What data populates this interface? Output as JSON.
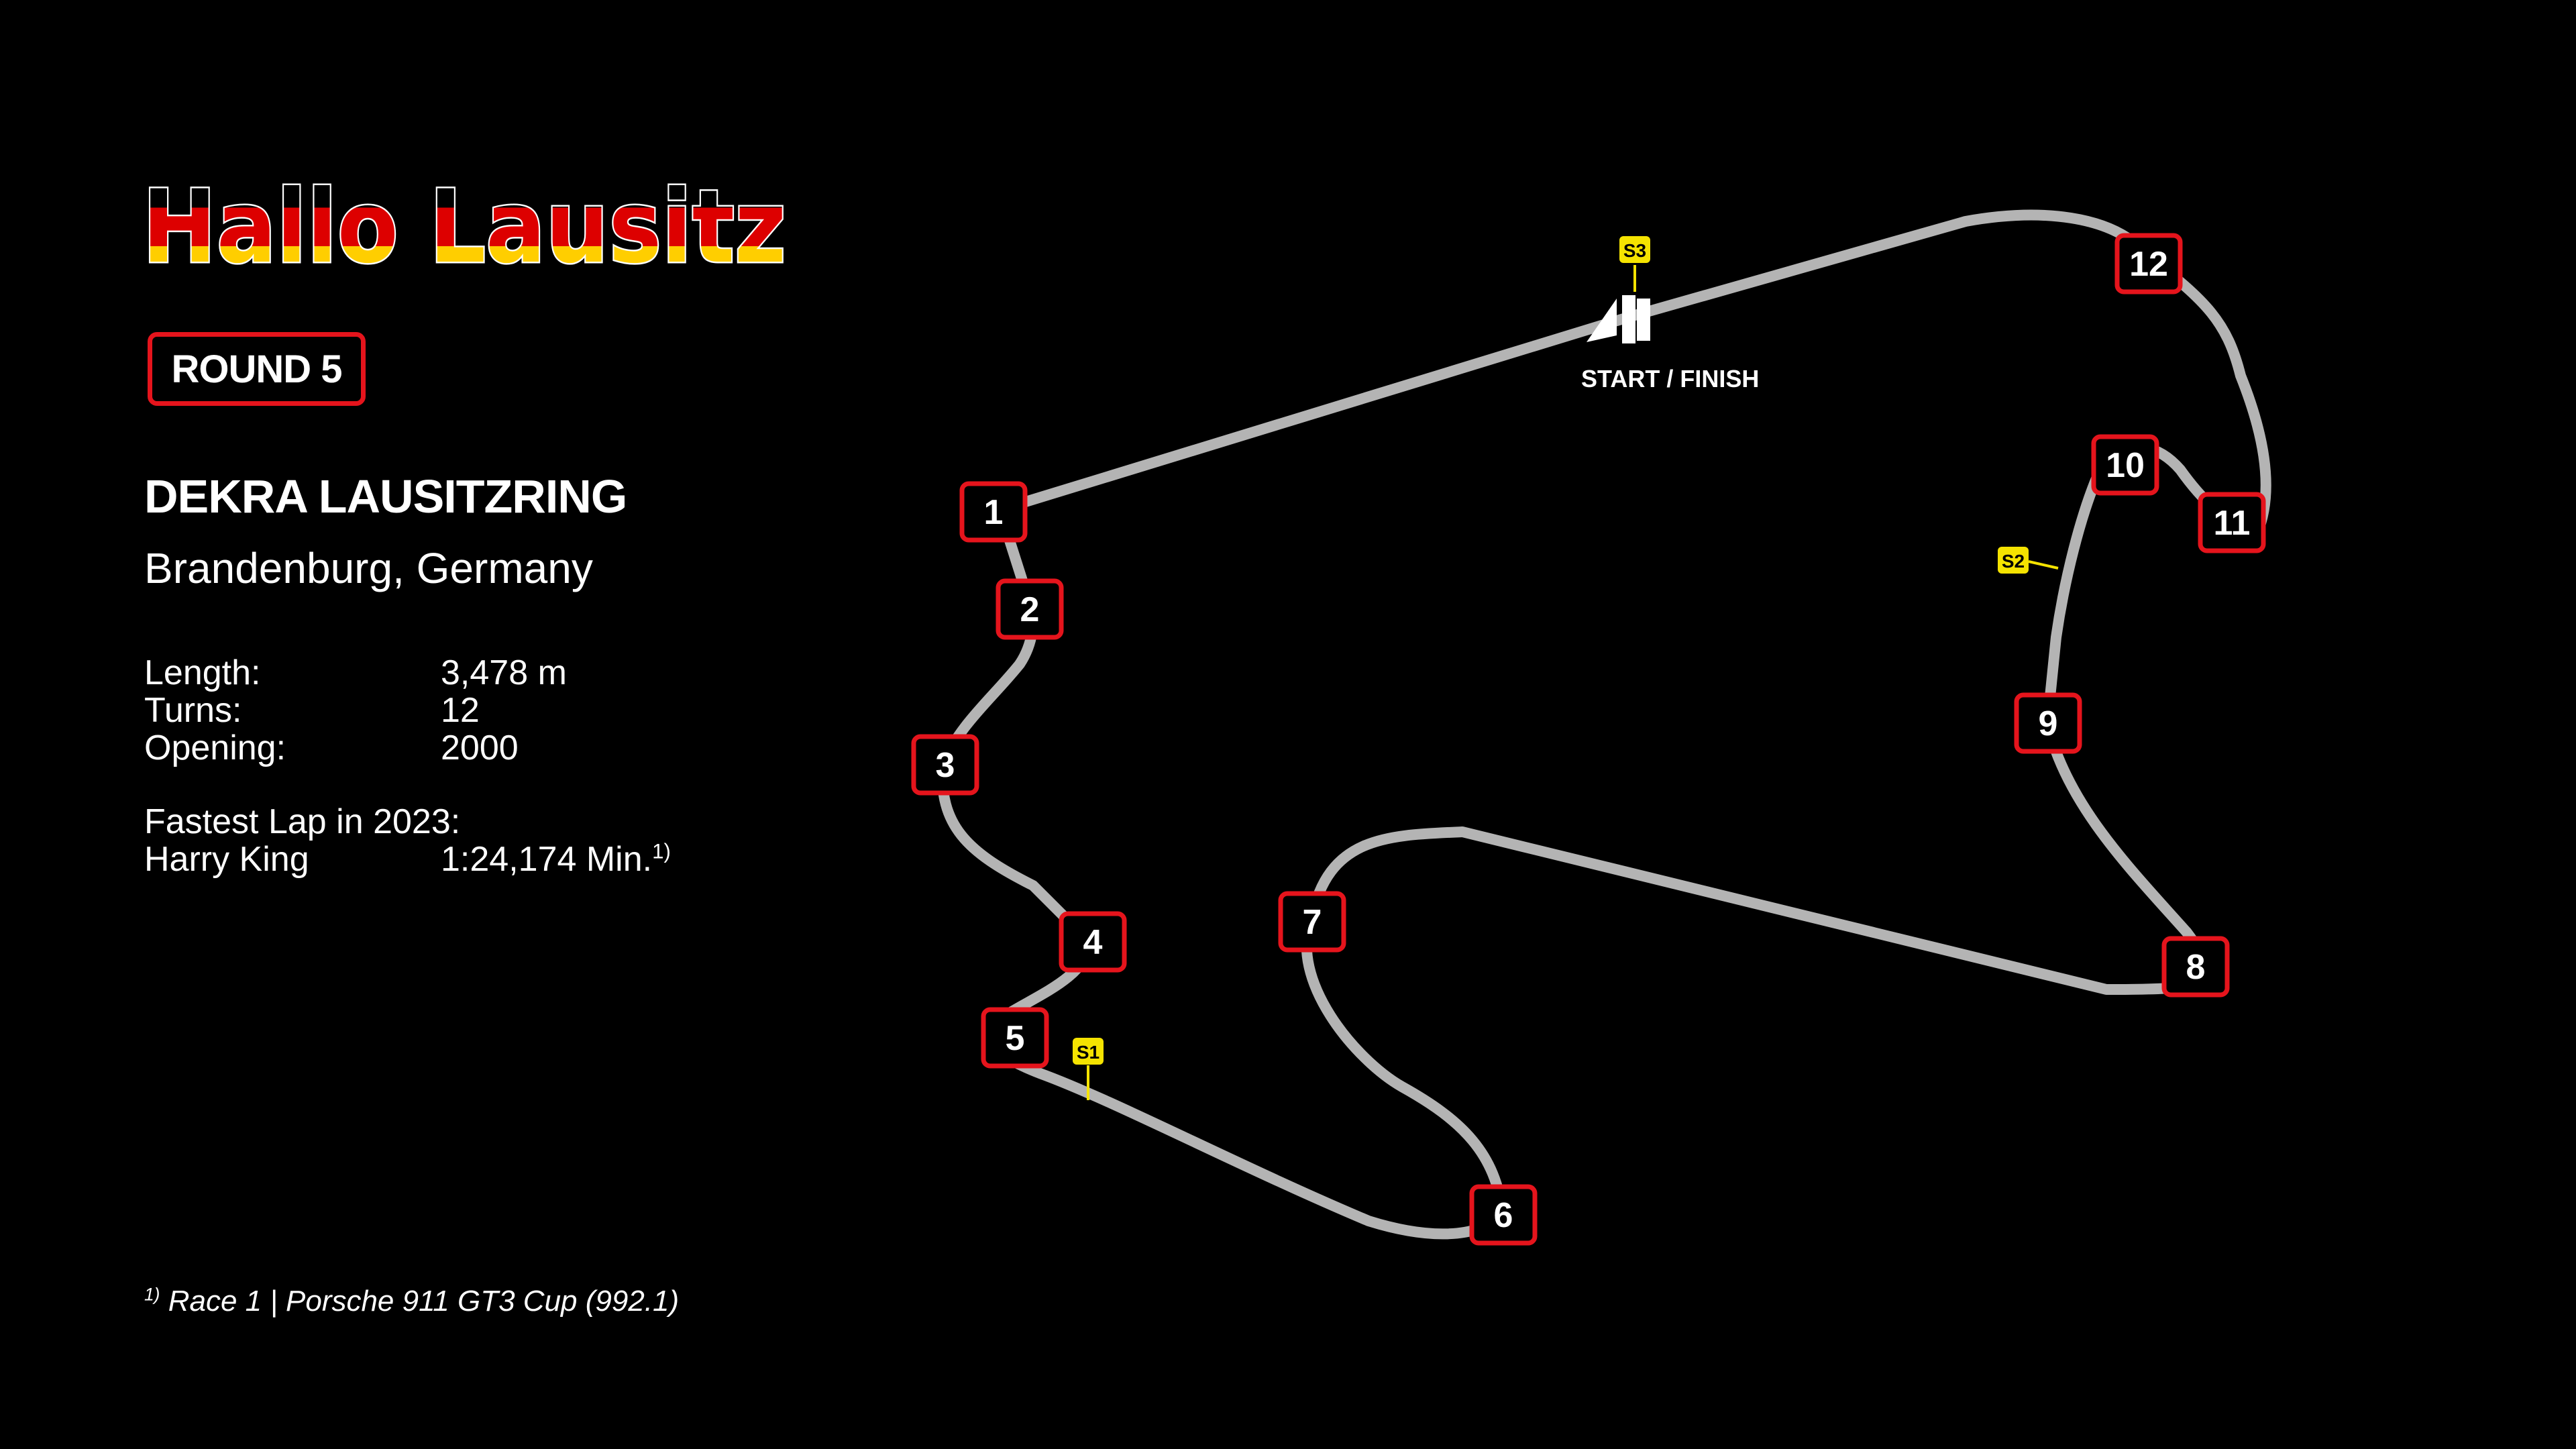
{
  "title": "Hallo Lausitz",
  "round": "ROUND 5",
  "track": {
    "name": "DEKRA LAUSITZRING",
    "location": "Brandenburg, Germany"
  },
  "facts": [
    {
      "label": "Length:",
      "value": "3,478 m"
    },
    {
      "label": "Turns:",
      "value": "12"
    },
    {
      "label": "Opening:",
      "value": "2000"
    }
  ],
  "fastest_lap": {
    "heading": "Fastest Lap in 2023:",
    "driver": "Harry King",
    "time": "1:24,174 Min.",
    "footnote_ref": "1)"
  },
  "footnote": {
    "mark": "1)",
    "text": "Race 1 |  Porsche 911 GT3 Cup (992.1)"
  },
  "map": {
    "start_finish_label": "START / FINISH",
    "turns": [
      "1",
      "2",
      "3",
      "4",
      "5",
      "6",
      "7",
      "8",
      "9",
      "10",
      "11",
      "12"
    ],
    "sectors": [
      "S1",
      "S2",
      "S3"
    ]
  },
  "colors": {
    "background": "#000000",
    "track": "#b4b4b4",
    "turn_border": "#e5141c",
    "turn_fill": "#000000",
    "sector_marker": "#f5e300",
    "flag_black": "#000000",
    "flag_red": "#dd0000",
    "flag_gold": "#ffce00"
  }
}
